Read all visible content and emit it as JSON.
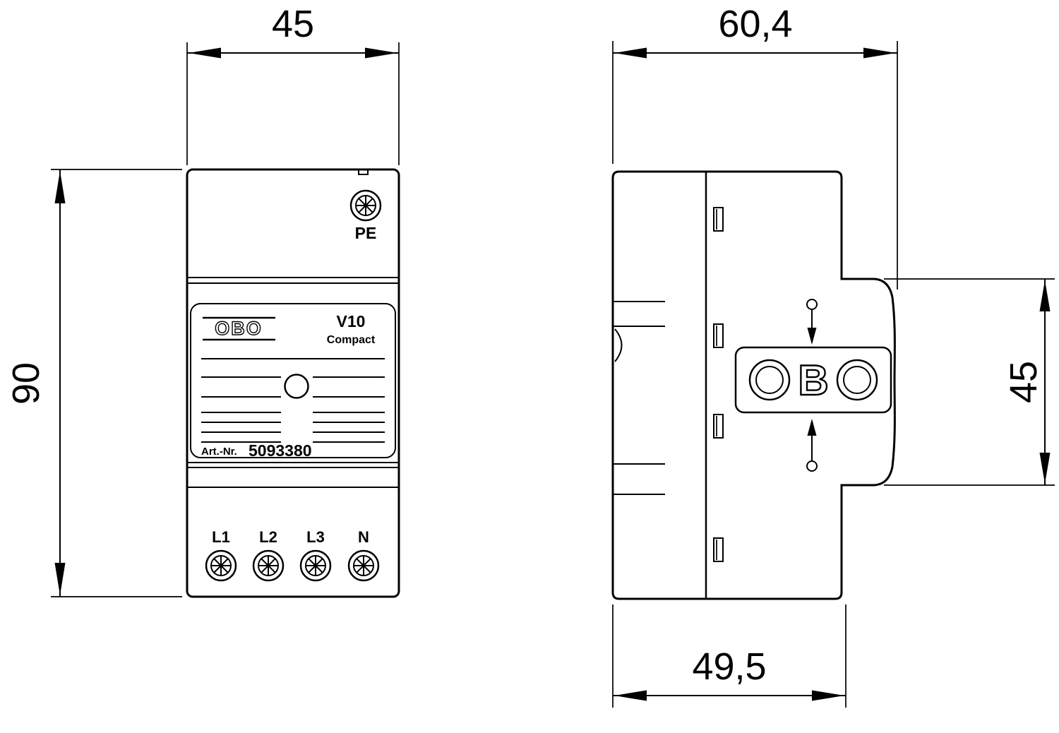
{
  "colors": {
    "ink": "#000000",
    "paper": "#ffffff"
  },
  "dimensions": {
    "front_width_mm": "45",
    "front_height_mm": "90",
    "side_depth_mm": "60,4",
    "side_rail_height_mm": "45",
    "side_base_depth_mm": "49,5"
  },
  "front_view": {
    "pe_terminal_label": "PE",
    "brand_logo": "OBO",
    "model_line1": "V10",
    "model_line2": "Compact",
    "article_label": "Art.-Nr.",
    "article_number": "5093380",
    "terminal_labels": [
      "L1",
      "L2",
      "L3",
      "N"
    ]
  },
  "side_view": {
    "logo_letter_b": "B"
  }
}
